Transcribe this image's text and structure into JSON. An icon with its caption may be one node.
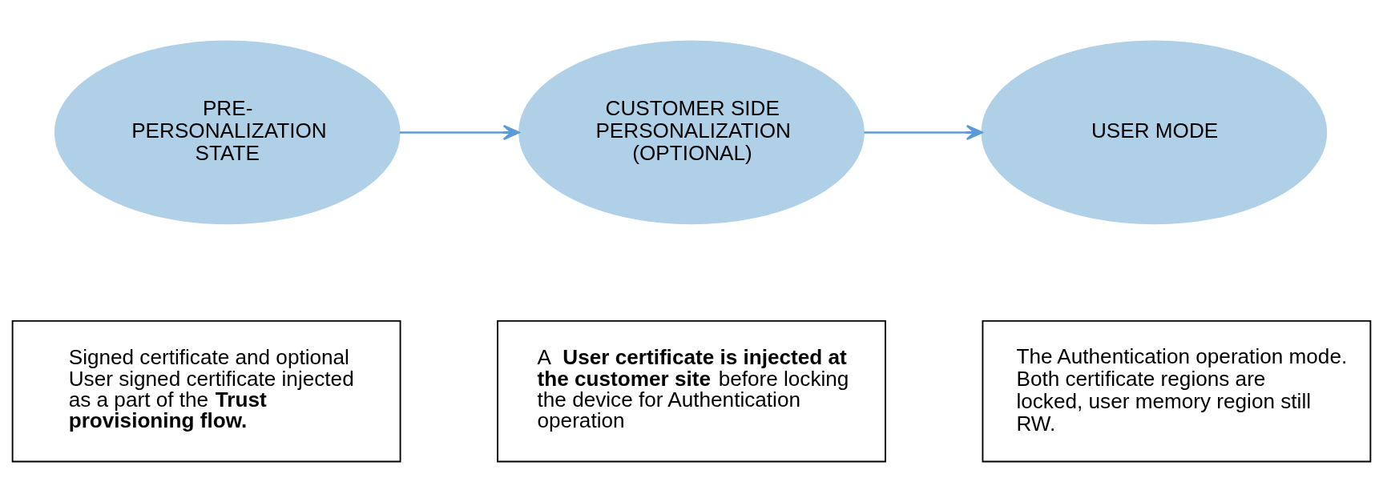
{
  "diagram": {
    "nodes": [
      {
        "text": [
          "PRE-PERSONALIZATION STATE"
        ]
      },
      {
        "text": [
          "CUSTOMER SIDE PERSONALIZATION (OPTIONAL)"
        ]
      },
      {
        "text": [
          "USER MODE"
        ]
      },
      {
        "text": [
          "Signed certificate and optional User signed certificate injected as a part of the **Trust provisioning flow.**"
        ]
      },
      {
        "text": [
          "A **User certificate is injected at the customer site** before locking the device for Authentication operation"
        ]
      },
      {
        "text": [
          "The Authentication operation mode.  Both certificate regions are locked, user memory region still RW."
        ]
      }
    ],
    "edges": [
      {
        "from": 0,
        "to": 1,
        "arrow": "to"
      },
      {
        "from": 1,
        "to": 2,
        "arrow": "to"
      }
    ]
  }
}
